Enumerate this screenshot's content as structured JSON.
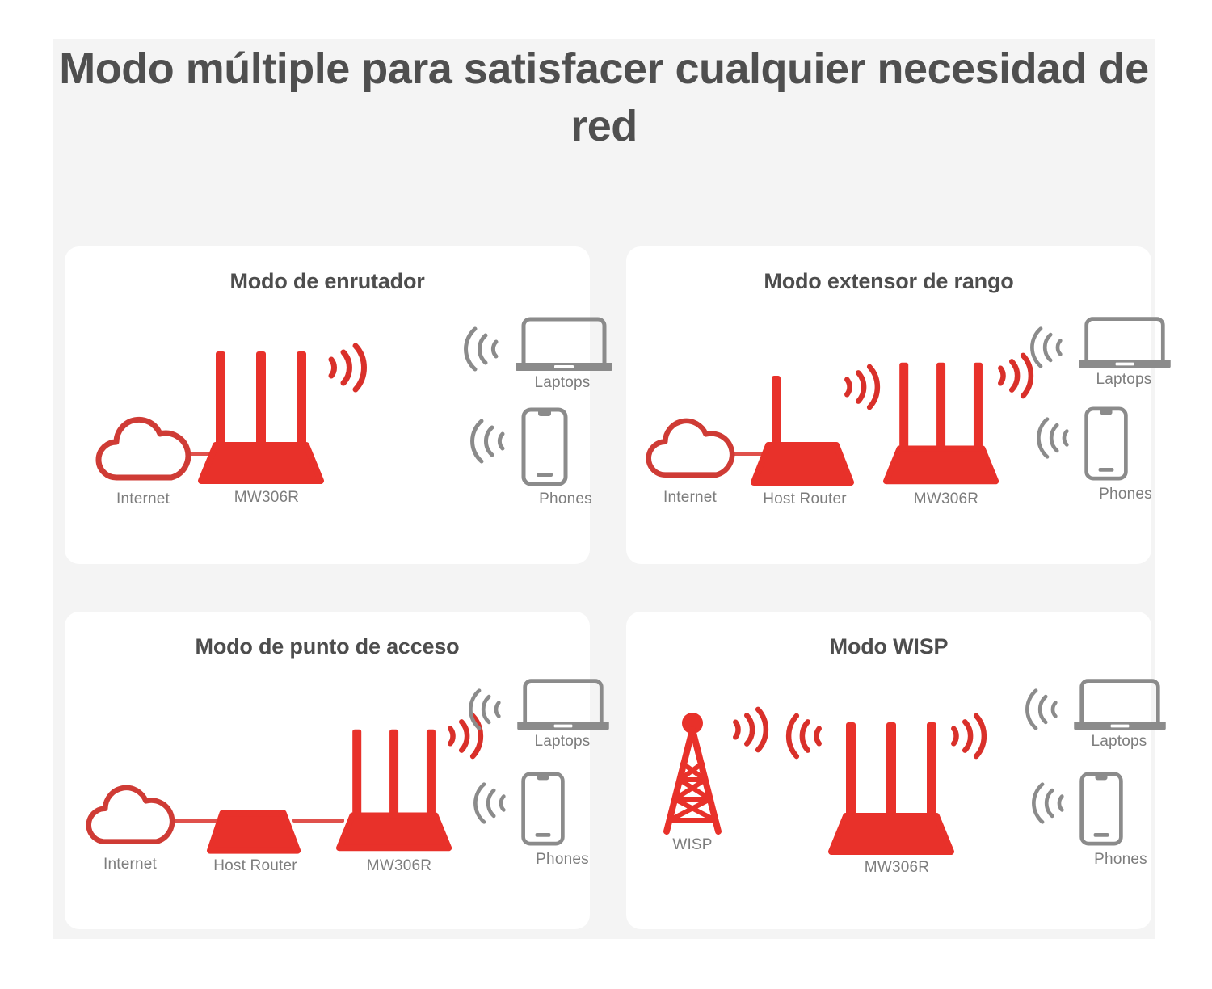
{
  "page": {
    "title": "Modo múltiple para satisfacer cualquier necesidad de red",
    "background_color": "#f4f4f4",
    "card_background_color": "#ffffff",
    "accent_red": "#e8312a",
    "device_gray": "#808080",
    "title_color": "#4f4f4f",
    "label_color": "#7d7d7d"
  },
  "panels": [
    {
      "id": "router-mode",
      "title": "Modo de enrutador",
      "nodes": [
        {
          "key": "internet",
          "icon": "cloud-icon",
          "label": "Internet"
        },
        {
          "key": "device",
          "icon": "router-icon",
          "label": "MW306R"
        },
        {
          "key": "laptops",
          "icon": "laptop-icon",
          "label": "Laptops"
        },
        {
          "key": "phones",
          "icon": "phone-icon",
          "label": "Phones"
        }
      ]
    },
    {
      "id": "range-extender-mode",
      "title": "Modo extensor de rango",
      "nodes": [
        {
          "key": "internet",
          "icon": "cloud-icon",
          "label": "Internet"
        },
        {
          "key": "host-router",
          "icon": "host-router-icon",
          "label": "Host Router"
        },
        {
          "key": "device",
          "icon": "router-icon",
          "label": "MW306R"
        },
        {
          "key": "laptops",
          "icon": "laptop-icon",
          "label": "Laptops"
        },
        {
          "key": "phones",
          "icon": "phone-icon",
          "label": "Phones"
        }
      ]
    },
    {
      "id": "access-point-mode",
      "title": "Modo de punto de acceso",
      "nodes": [
        {
          "key": "internet",
          "icon": "cloud-icon",
          "label": "Internet"
        },
        {
          "key": "host-router",
          "icon": "host-router-icon",
          "label": "Host Router"
        },
        {
          "key": "device",
          "icon": "router-icon",
          "label": "MW306R"
        },
        {
          "key": "laptops",
          "icon": "laptop-icon",
          "label": "Laptops"
        },
        {
          "key": "phones",
          "icon": "phone-icon",
          "label": "Phones"
        }
      ]
    },
    {
      "id": "wisp-mode",
      "title": "Modo WISP",
      "nodes": [
        {
          "key": "wisp",
          "icon": "tower-icon",
          "label": "WISP"
        },
        {
          "key": "device",
          "icon": "router-icon",
          "label": "MW306R"
        },
        {
          "key": "laptops",
          "icon": "laptop-icon",
          "label": "Laptops"
        },
        {
          "key": "phones",
          "icon": "phone-icon",
          "label": "Phones"
        }
      ]
    }
  ]
}
